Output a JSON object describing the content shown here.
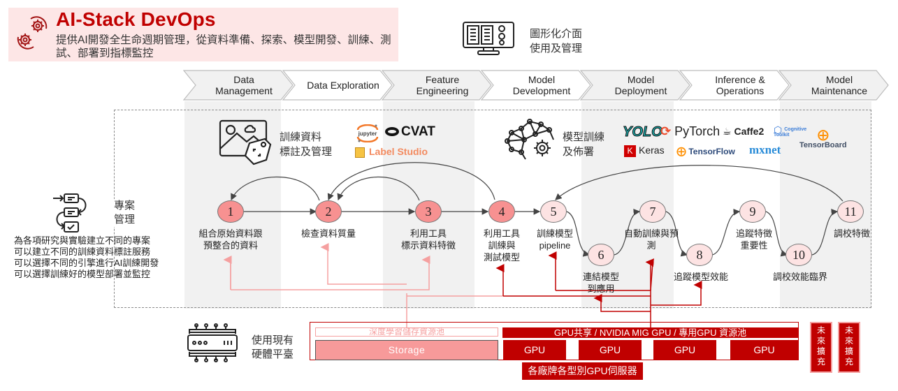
{
  "header": {
    "title": "AI-Stack DevOps",
    "description": "提供AI開發全生命週期管理，從資料準備、探索、模型開發、訓練、測試、部署到指標監控",
    "icon": "gears-cycle-icon"
  },
  "gui": {
    "label": "圖形化介面\n使用及管理",
    "icon": "monitor-dashboard-icon"
  },
  "phases": [
    {
      "label": "Data\nManagement",
      "shade": "grey"
    },
    {
      "label": "Data Exploration",
      "shade": "white"
    },
    {
      "label": "Feature\nEngineering",
      "shade": "grey"
    },
    {
      "label": "Model\nDevelopment",
      "shade": "white"
    },
    {
      "label": "Model\nDeployment",
      "shade": "grey"
    },
    {
      "label": "Inference &\nOperations",
      "shade": "white"
    },
    {
      "label": "Model\nMaintenance",
      "shade": "grey"
    }
  ],
  "project_management": {
    "label": "專案\n管理",
    "icon": "workflow-checklist-icon",
    "description": "為各項研究與實驗建立不同的專案\n可以建立不同的訓練資料標註服務\n可以選擇不同的引擎進行AI訓練開發\n可以選擇訓練好的模型部署並監控"
  },
  "groups": {
    "labeling": {
      "label": "訓練資料\n標註及管理",
      "icon": "image-tag-icon",
      "tools": [
        "jupyter",
        "CVAT",
        "Label Studio"
      ]
    },
    "training": {
      "label": "模型訓練\n及佈署",
      "icon": "brain-gear-icon",
      "tools": [
        "YOLO",
        "PyTorch",
        "Caffe2",
        "Cognitive Toolkit",
        "Keras",
        "TensorFlow",
        "mxnet",
        "TensorBoard"
      ]
    }
  },
  "steps": [
    {
      "id": "1",
      "label": "組合原始資料跟\n預整合的資料",
      "style": "dark"
    },
    {
      "id": "2",
      "label": "檢查資料質量",
      "style": "dark"
    },
    {
      "id": "3",
      "label": "利用工具\n標示資料特徵",
      "style": "dark"
    },
    {
      "id": "4",
      "label": "利用工具\n訓練與\n測試模型",
      "style": "dark"
    },
    {
      "id": "5",
      "label": "訓練模型\npipeline",
      "style": "light"
    },
    {
      "id": "6",
      "label": "連結模型\n到應用",
      "style": "light"
    },
    {
      "id": "7",
      "label": "自動訓練與預\n測",
      "style": "light"
    },
    {
      "id": "8",
      "label": "追蹤模型效能",
      "style": "light"
    },
    {
      "id": "9",
      "label": "追蹤特徵\n重要性",
      "style": "light"
    },
    {
      "id": "10",
      "label": "調校效能臨界",
      "style": "light"
    },
    {
      "id": "11",
      "label": "調校特徵",
      "style": "light"
    }
  ],
  "hardware": {
    "label": "使用現有\n硬體平臺",
    "icon": "server-rack-icon",
    "storage_pool": "深度學習儲存資源池",
    "storage": "Storage",
    "gpu_pool": "GPU共享 / NVIDIA MIG GPU / 專用GPU 資源池",
    "gpus": [
      "GPU",
      "GPU",
      "GPU",
      "GPU"
    ],
    "server_label": "各廠牌各型別GPU伺服器",
    "future": [
      "未\n來\n擴\n充",
      "未\n來\n擴\n充"
    ]
  },
  "colors": {
    "brand_red": "#c00000",
    "banner_bg": "#fde6e6",
    "node_dark": "#f79191",
    "node_light": "#fde3e3",
    "storage_link": "#f5a0a0",
    "band_grey": "#f1f1f1"
  }
}
